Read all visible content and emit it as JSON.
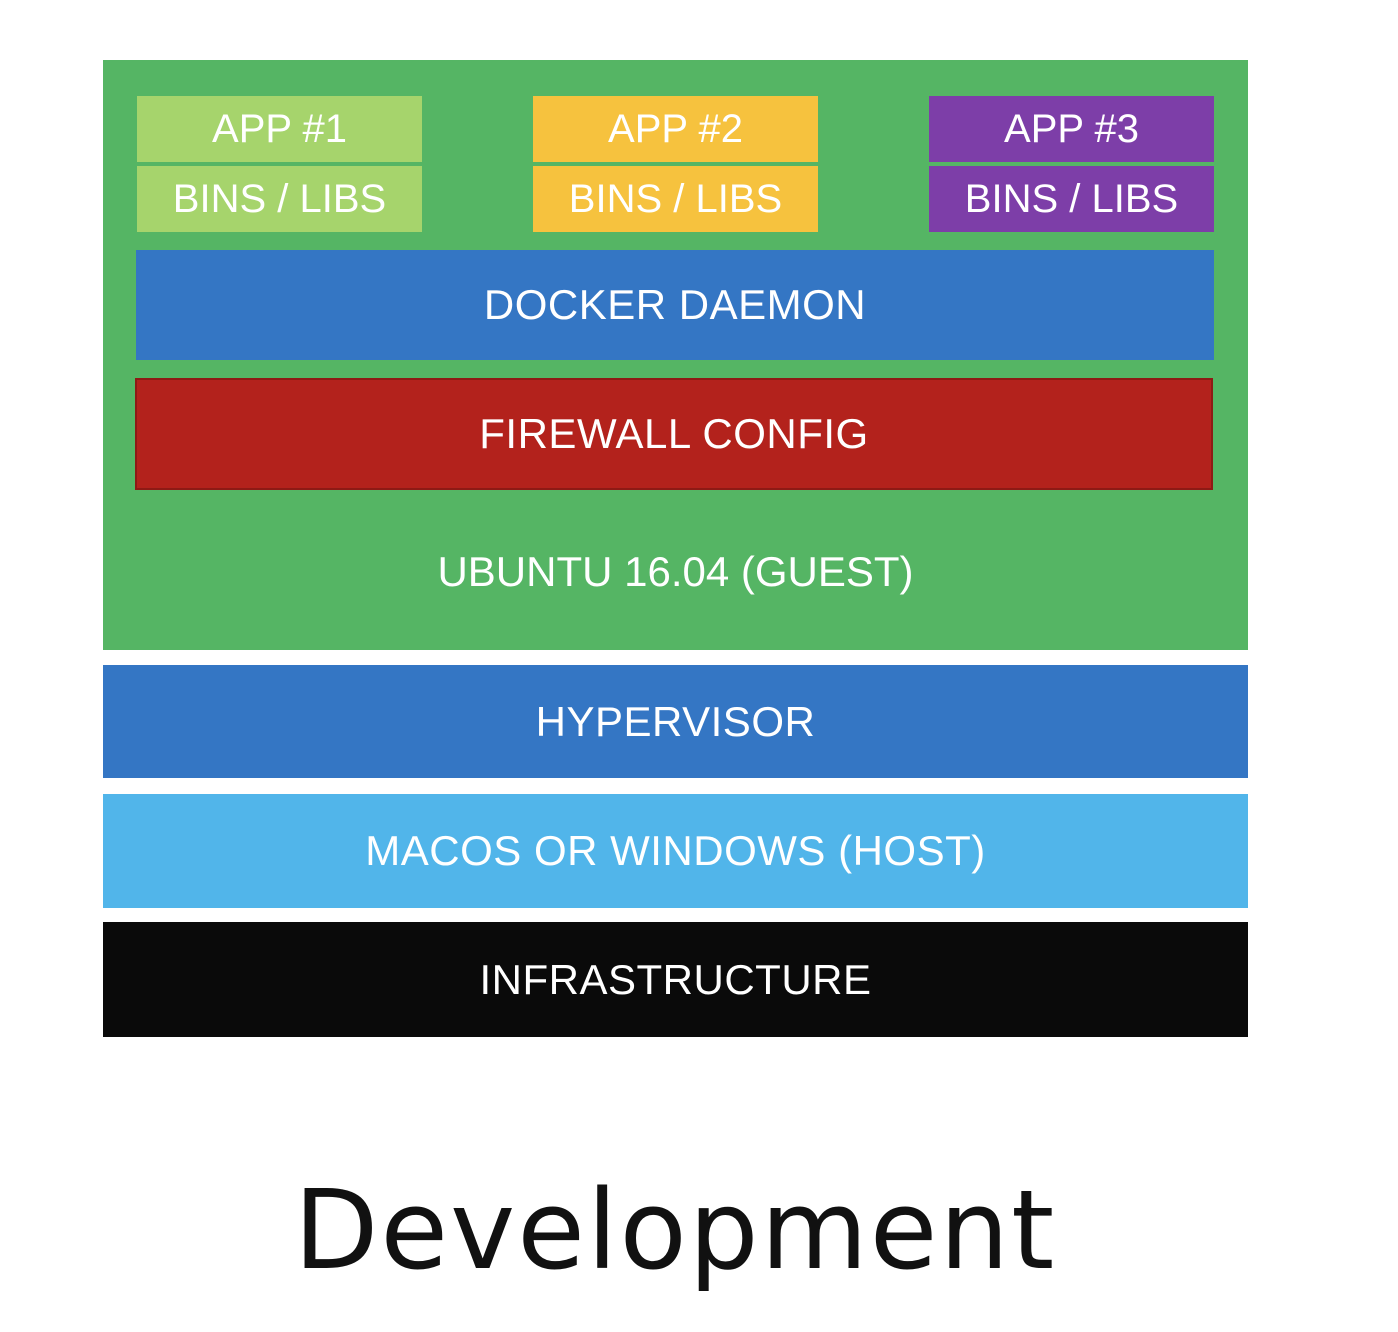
{
  "apps": [
    {
      "app_label": "APP #1",
      "libs_label": "BINS / LIBS",
      "color": "#a6d46c"
    },
    {
      "app_label": "APP #2",
      "libs_label": "BINS / LIBS",
      "color": "#f6c23e"
    },
    {
      "app_label": "APP #3",
      "libs_label": "BINS / LIBS",
      "color": "#7d3ea8"
    }
  ],
  "docker_daemon": {
    "label": "DOCKER DAEMON",
    "color": "#3476c4"
  },
  "firewall": {
    "label": "FIREWALL CONFIG",
    "color": "#b3221c"
  },
  "guest_os": {
    "label": "UBUNTU 16.04 (GUEST)",
    "color": "#55b564"
  },
  "hypervisor": {
    "label": "HYPERVISOR",
    "color": "#3476c4"
  },
  "host_os": {
    "label": "MACOS OR WINDOWS (HOST)",
    "color": "#51b5ea"
  },
  "infrastructure": {
    "label": "INFRASTRUCTURE",
    "color": "#0a0a0a"
  },
  "caption": "Development"
}
